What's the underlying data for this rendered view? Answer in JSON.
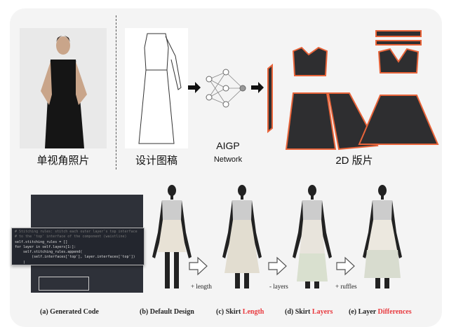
{
  "top": {
    "photo_label": "单视角照片",
    "sketch_label": "设计图稿",
    "network_title": "AIGP",
    "network_subtitle": "Network",
    "pattern_label": "2D 版片"
  },
  "code": {
    "lines": [
      "# Stitching rules: stitch each outer layer's top interface",
      "# to the 'top' interface of the component (waistline)",
      "self.stitching_rules = []",
      "for layer in self.layers[1:]:",
      "    self.stitching_rules.append(",
      "        (self.interfaces['top'], layer.interfaces['top'])",
      "    )"
    ]
  },
  "ops": [
    "+ length",
    "- layers",
    "+ ruffles"
  ],
  "captions": [
    {
      "prefix": "(a) Generated Code",
      "highlight": ""
    },
    {
      "prefix": "(b) Default Design",
      "highlight": ""
    },
    {
      "prefix": "(c) Skirt ",
      "highlight": "Length"
    },
    {
      "prefix": "(d) Skirt ",
      "highlight": "Layers"
    },
    {
      "prefix": "(e) Layer ",
      "highlight": "Differences"
    }
  ],
  "colors": {
    "accent": "#e8383d",
    "pattern_outline": "#e8643a",
    "pattern_fill": "#2e2e30",
    "code_bg": "#23262e"
  }
}
